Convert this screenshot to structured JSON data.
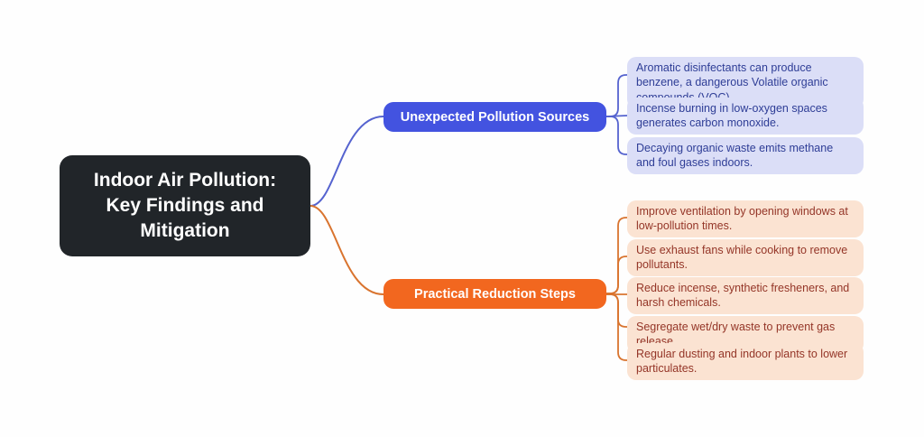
{
  "diagram": {
    "type": "mindmap",
    "root": {
      "label": "Indoor Air Pollution: Key Findings and Mitigation",
      "bg_color": "#212529",
      "text_color": "#ffffff"
    },
    "branches": [
      {
        "label": "Unexpected Pollution Sources",
        "bg_color": "#4353e0",
        "line_color": "#5563cf",
        "leaf_bg_color": "#dbdef7",
        "leaf_text_color": "#2e3d96",
        "children": [
          "Aromatic disinfectants can produce benzene, a dangerous  Volatile organic compounds (VOC).",
          "Incense burning in low-oxygen spaces generates carbon monoxide.",
          "Decaying organic waste emits methane and foul gases indoors."
        ]
      },
      {
        "label": "Practical Reduction Steps",
        "bg_color": "#f2671f",
        "line_color": "#d9742f",
        "leaf_bg_color": "#fbe3d2",
        "leaf_text_color": "#943527",
        "children": [
          "Improve ventilation by opening windows at low-pollution times.",
          "Use exhaust fans while cooking to remove pollutants.",
          "Reduce incense, synthetic fresheners, and harsh chemicals.",
          "Segregate wet/dry waste to prevent gas release.",
          "Regular dusting and indoor plants to lower particulates."
        ]
      }
    ]
  }
}
